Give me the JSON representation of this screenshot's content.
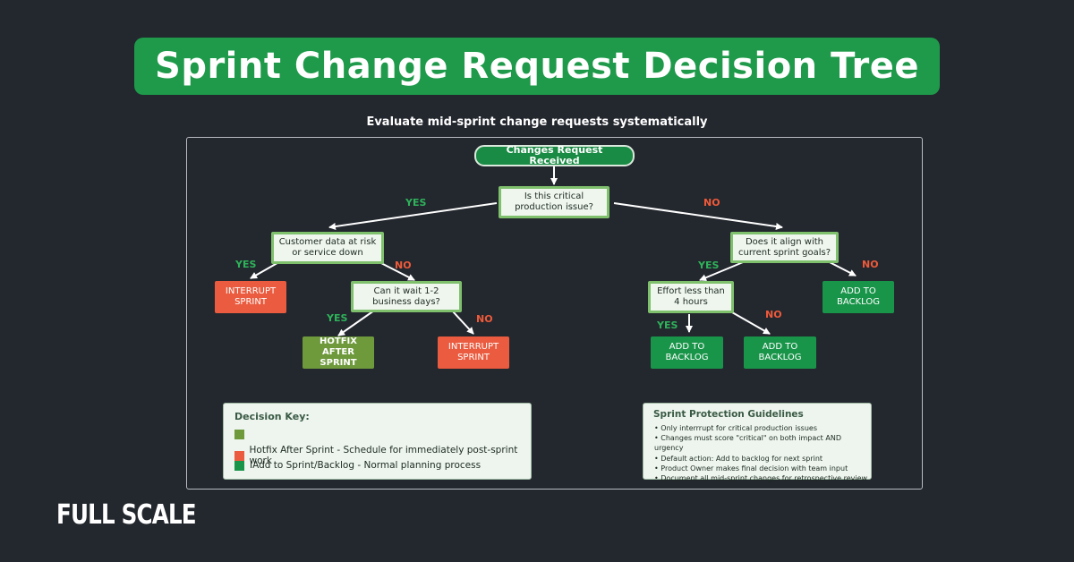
{
  "title": "Sprint Change Request Decision Tree",
  "subtitle": "Evaluate mid-sprint change requests systematically",
  "nodes": {
    "start": "Changes Request Received",
    "critical": "Is this critical production issue?",
    "customer": "Customer data at risk or service down",
    "align": "Does it align with current sprint goals?",
    "wait": "Can it wait 1-2 business days?",
    "interrupt1": "INTERRUPT SPRINT",
    "hotfix": "HOTFIX AFTER SPRINT",
    "interrupt2": "INTERRUPT SPRINT",
    "effort": "Effort less than 4 hours",
    "backlog1": "ADD TO BACKLOG",
    "backlog2": "ADD TO BACKLOG",
    "backlog3": "ADD TO BACKLOG"
  },
  "edge_labels": {
    "yes": "YES",
    "no": "NO"
  },
  "decision_key": {
    "title": "Decision Key:",
    "items": [
      {
        "color": "#6e9a3c",
        "text": ""
      },
      {
        "color": "#ea5b3f",
        "text": "Hotfix After Sprint - Schedule for immediately post-sprint work"
      },
      {
        "color": "#19954a",
        "text": "IAdd to Sprint/Backlog - Normal planning process"
      }
    ]
  },
  "guidelines": {
    "title": "Sprint Protection Guidelines",
    "items": [
      "Only interrrupt for critical production issues",
      "Changes must score \"critical\" on both impact AND urgency",
      "Default action: Add to backlog for next sprint",
      "Product Owner makes final decision with team input",
      "Document all mid-sprint changes for retrospective review"
    ]
  },
  "logo": "FULL SCALE"
}
